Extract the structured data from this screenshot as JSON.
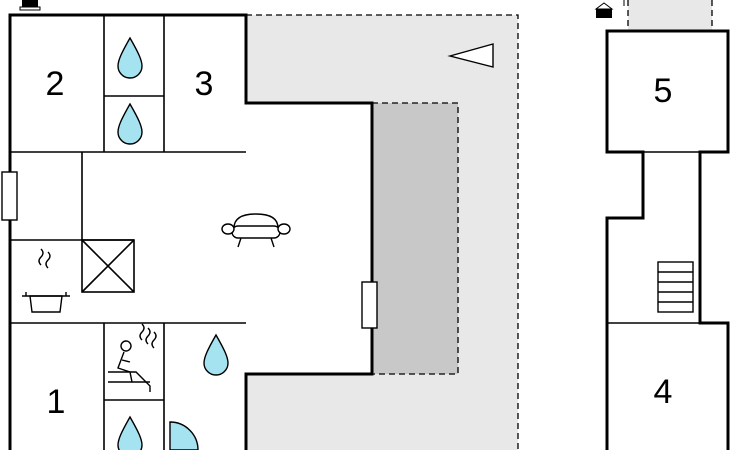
{
  "floorplan": {
    "rooms": [
      {
        "id": "room-1",
        "label": "1"
      },
      {
        "id": "room-2",
        "label": "2"
      },
      {
        "id": "room-3",
        "label": "3"
      },
      {
        "id": "room-4",
        "label": "4"
      },
      {
        "id": "room-5",
        "label": "5"
      }
    ],
    "icons": [
      "water-drop-icon",
      "sofa-icon",
      "stove-icon",
      "kitchen-counter-icon",
      "sauna-icon",
      "shower-icon",
      "stairs-icon",
      "north-arrow-icon",
      "lamp-icon"
    ],
    "colors": {
      "wall": "#000000",
      "terrace": "#e8e8e8",
      "covered_area": "#c8c8c8",
      "water": "#a6e3f0",
      "background": "#ffffff"
    }
  }
}
